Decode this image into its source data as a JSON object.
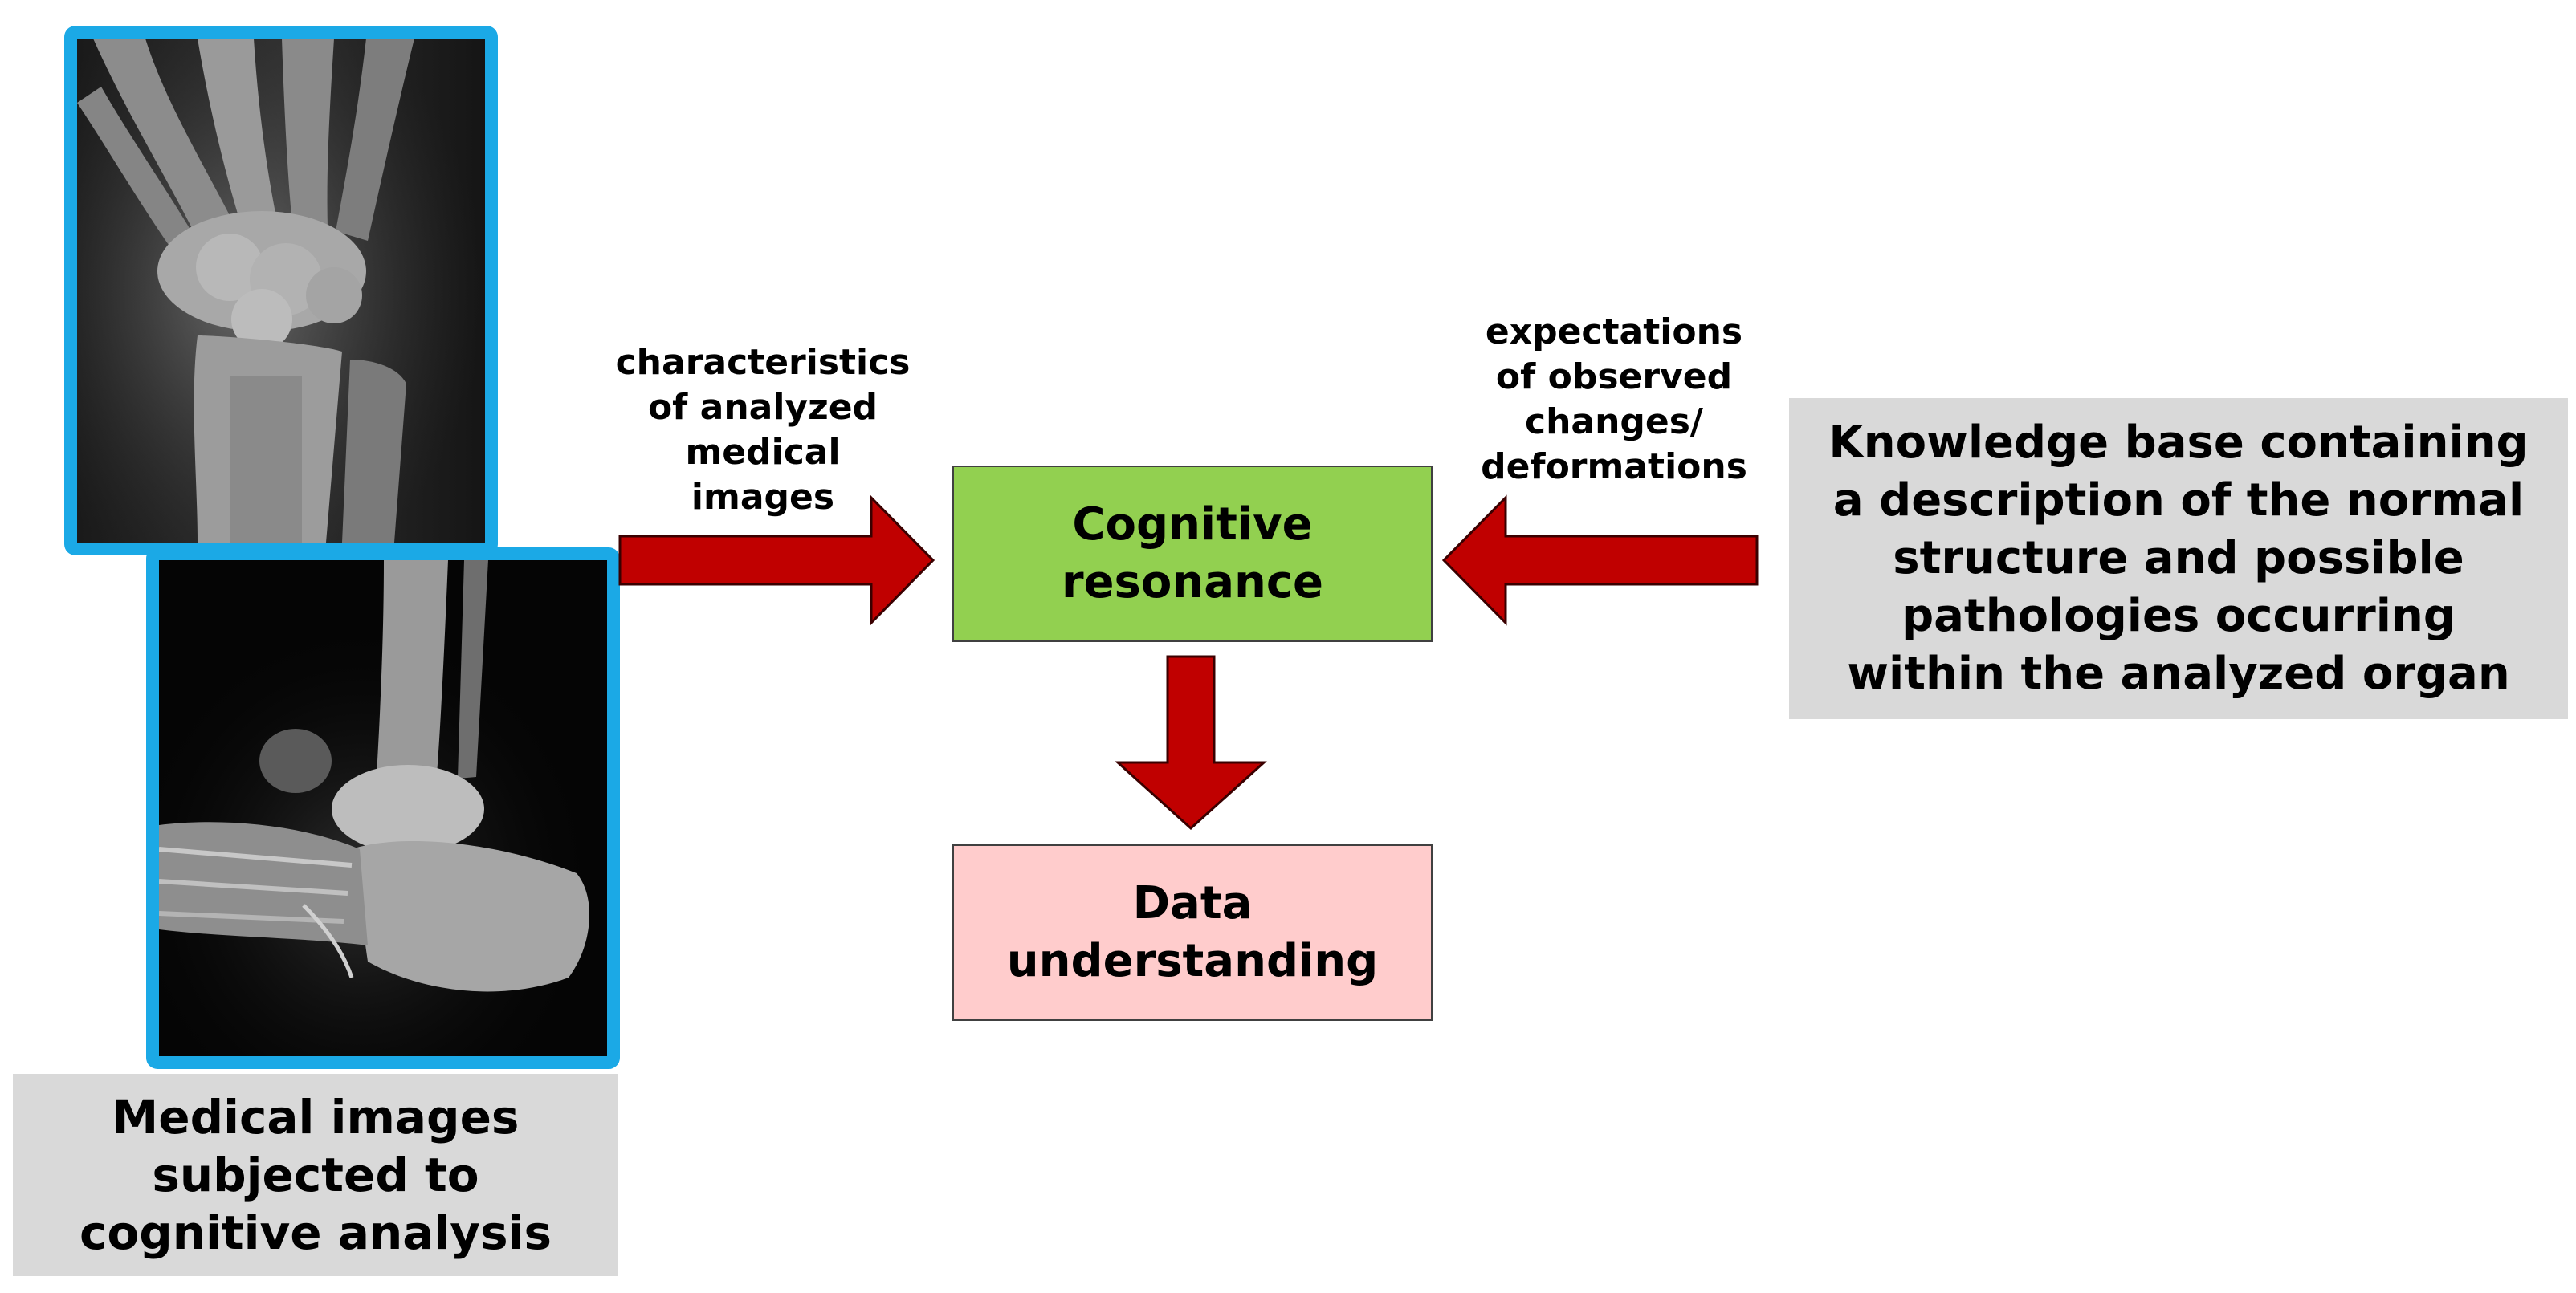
{
  "diagram": {
    "nodes": {
      "medical_images": {
        "label": "Medical images\nsubjected to\ncognitive analysis"
      },
      "cognitive_resonance": {
        "label": "Cognitive\nresonance"
      },
      "data_understanding": {
        "label": "Data\nunderstanding"
      },
      "knowledge_base": {
        "label": "Knowledge base containing\na description of the normal\nstructure and possible\npathologies occurring\nwithin the analyzed organ"
      }
    },
    "edges": {
      "images_to_resonance": {
        "label": "characteristics\nof analyzed\nmedical\nimages"
      },
      "knowledge_to_resonance": {
        "label": "expectations\nof observed\nchanges/\ndeformations"
      },
      "resonance_to_understanding": {
        "label": ""
      }
    },
    "images": [
      {
        "subject": "wrist x-ray"
      },
      {
        "subject": "foot and ankle x-ray"
      }
    ]
  },
  "colors": {
    "frame": "#1ba9e6",
    "arrow": "#c00000",
    "resonance_box": "#92d050",
    "understanding_box": "#ffcccc",
    "caption_box": "#d9d9d9"
  }
}
